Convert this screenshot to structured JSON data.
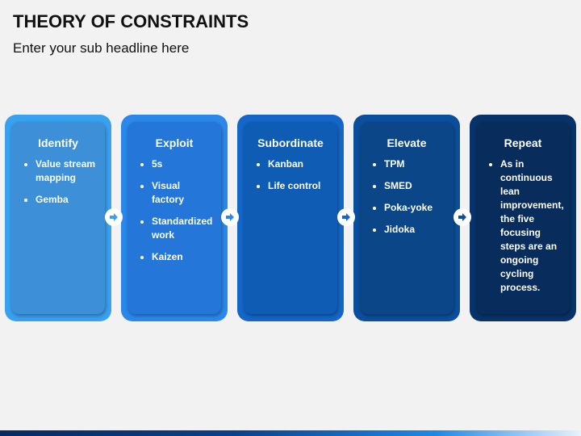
{
  "header": {
    "title": "THEORY OF CONSTRAINTS",
    "subtitle": "Enter your sub headline here"
  },
  "steps": [
    {
      "title": "Identify",
      "items": [
        "Value stream mapping",
        "Gemba"
      ],
      "outer": "#3aa0f0",
      "inner": "#3d8fd8"
    },
    {
      "title": "Exploit",
      "items": [
        "5s",
        "Visual factory",
        "Standardized work",
        "Kaizen"
      ],
      "outer": "#2b88ea",
      "inner": "#2477d8"
    },
    {
      "title": "Subordinate",
      "items": [
        "Kanban",
        "Life control"
      ],
      "outer": "#1466c8",
      "inner": "#0e5cb4"
    },
    {
      "title": "Elevate",
      "items": [
        "TPM",
        "SMED",
        "Poka-yoke",
        "Jidoka"
      ],
      "outer": "#0b4f9c",
      "inner": "#0a4688"
    },
    {
      "title": "Repeat",
      "items": [
        "As in continuous lean improvement, the five focusing steps are an ongoing cycling process."
      ],
      "outer": "#08336a",
      "inner": "#082c5c"
    }
  ],
  "icons": {
    "connector": "arrow-right-icon"
  }
}
